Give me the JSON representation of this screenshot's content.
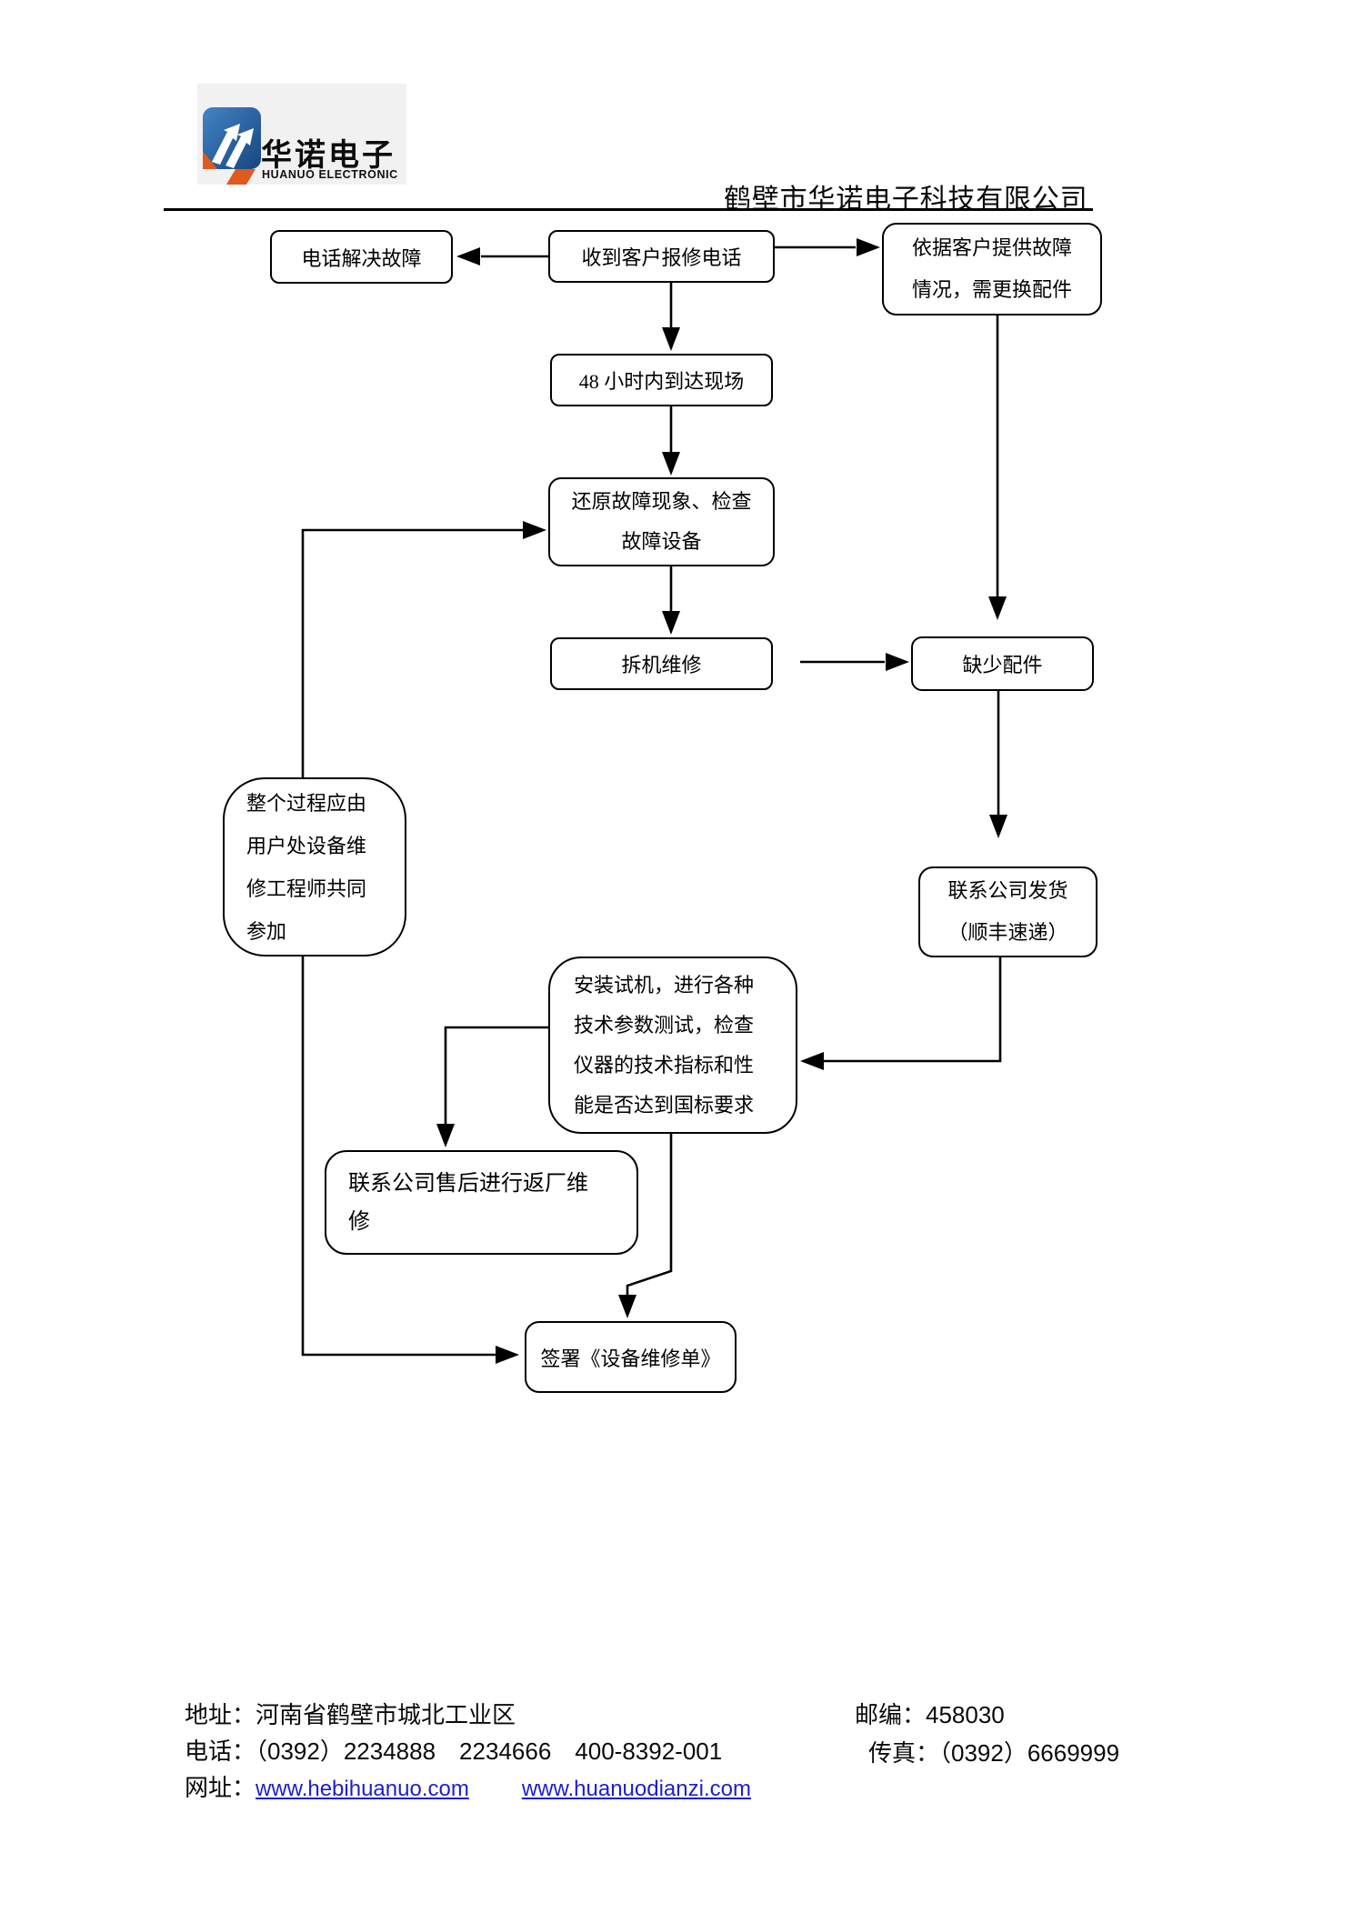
{
  "header": {
    "logo_cn": "华诺电子",
    "logo_en": "HUANUO ELECTRONIC",
    "company_name": "鹤壁市华诺电子科技有限公司"
  },
  "flowchart": {
    "nodes": {
      "tel": "电话解决故障",
      "receive": "收到客户报修电话",
      "depend": "依据客户提供故障\n情况，需更换配件",
      "arrive": "48 小时内到达现场",
      "restore": "还原故障现象、检查\n故障设备",
      "repair": "拆机维修",
      "lack": "缺少配件",
      "note": "整个过程应由\n用户处设备维\n修工程师共同\n参加",
      "ship": "联系公司发货\n（顺丰速递）",
      "install": "安装试机，进行各种\n技术参数测试，检查\n仪器的技术指标和性\n能是否达到国标要求",
      "return": "联系公司售后进行返厂维\n修",
      "sign": "签署《设备维修单》"
    }
  },
  "footer": {
    "address": "地址：河南省鹤壁市城北工业区",
    "zip": "邮编：458030",
    "phone": "电话：（0392）2234888　2234666　400-8392-001",
    "fax": "传真：（0392）6669999",
    "web_label": "网址：",
    "url1": "www.hebihuanuo.com",
    "url2": "www.huanuodianzi.com"
  }
}
